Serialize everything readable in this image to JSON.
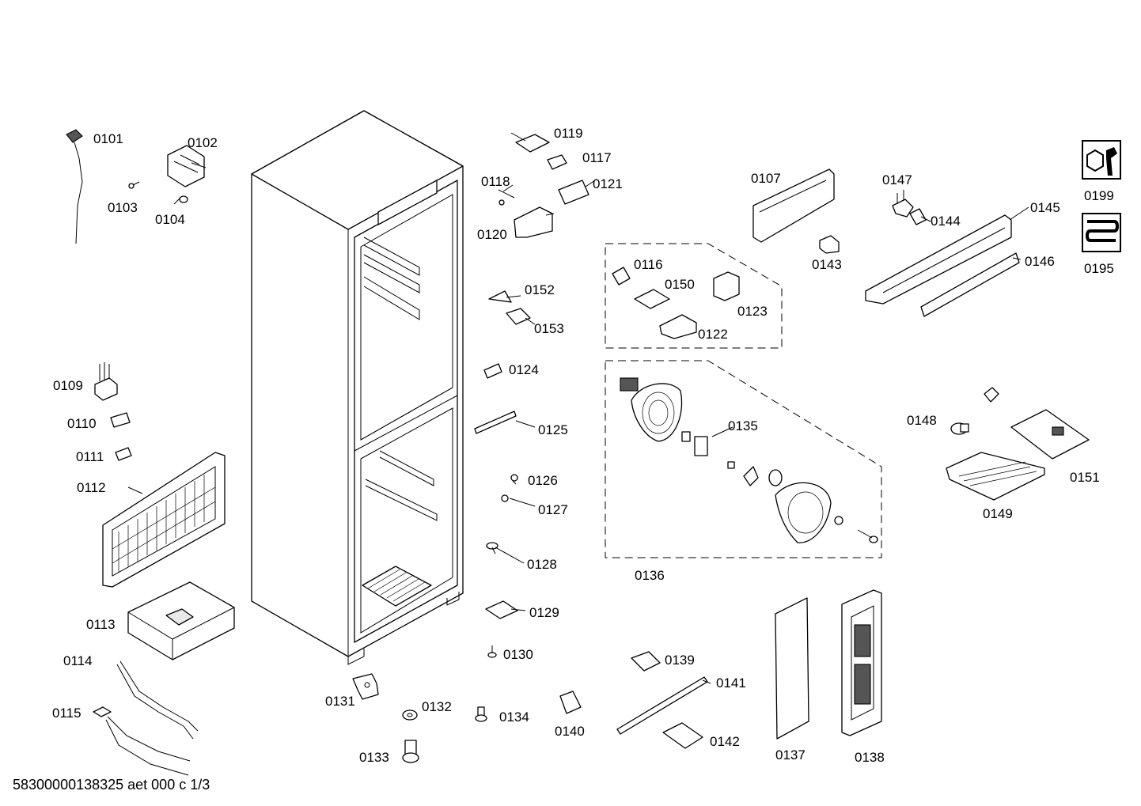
{
  "labels": {
    "p0101": "0101",
    "p0102": "0102",
    "p0103": "0103",
    "p0104": "0104",
    "p0107": "0107",
    "p0109": "0109",
    "p0110": "0110",
    "p0111": "0111",
    "p0112": "0112",
    "p0113": "0113",
    "p0114": "0114",
    "p0115": "0115",
    "p0116": "0116",
    "p0117": "0117",
    "p0118": "0118",
    "p0119": "0119",
    "p0120": "0120",
    "p0121": "0121",
    "p0122": "0122",
    "p0123": "0123",
    "p0124": "0124",
    "p0125": "0125",
    "p0126": "0126",
    "p0127": "0127",
    "p0128": "0128",
    "p0129": "0129",
    "p0130": "0130",
    "p0131": "0131",
    "p0132": "0132",
    "p0133": "0133",
    "p0134": "0134",
    "p0135": "0135",
    "p0136": "0136",
    "p0137": "0137",
    "p0138": "0138",
    "p0139": "0139",
    "p0140": "0140",
    "p0141": "0141",
    "p0142": "0142",
    "p0143": "0143",
    "p0144": "0144",
    "p0145": "0145",
    "p0146": "0146",
    "p0147": "0147",
    "p0148": "0148",
    "p0149": "0149",
    "p0150": "0150",
    "p0151": "0151",
    "p0152": "0152",
    "p0153": "0153",
    "p0195": "0195",
    "p0199": "0199"
  },
  "footer": "58300000138325 aet 000 c 1/3",
  "icons": {
    "p0199": "wrench-nut-icon",
    "p0195": "heating-coil-icon"
  }
}
